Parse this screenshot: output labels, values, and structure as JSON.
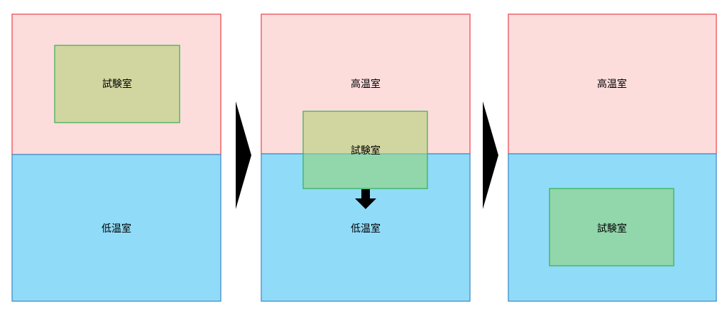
{
  "panels": [
    {
      "hot_label": "",
      "cold_label": "低温室",
      "test_label": "試験室",
      "test_position": "hot-zone"
    },
    {
      "hot_label": "高温室",
      "cold_label": "低温室",
      "test_label": "試験室",
      "test_position": "moving-down"
    },
    {
      "hot_label": "高温室",
      "cold_label": "",
      "test_label": "試験室",
      "test_position": "cold-zone"
    }
  ],
  "colors": {
    "hot_fill": "#fddcdc",
    "hot_border": "#e8434a",
    "cold_fill": "#90dbf8",
    "cold_border": "#3b86c9",
    "test_in_hot_fill": "#d1d6a0",
    "test_in_cold_fill": "#92d6ab",
    "test_border": "#33b050",
    "arrow": "#000000"
  },
  "icons": {
    "step_arrow": "triangle-right-icon",
    "move_arrow": "arrow-down-icon"
  }
}
